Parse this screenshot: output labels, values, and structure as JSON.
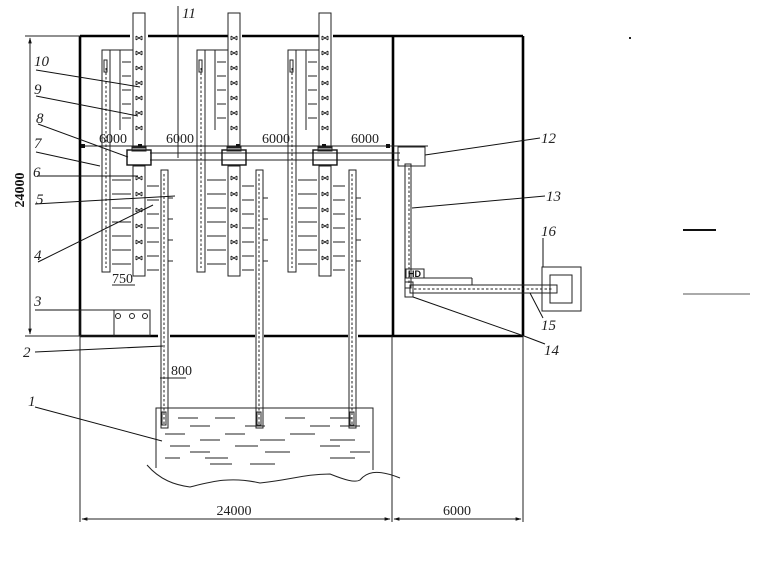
{
  "figure": {
    "callouts": [
      "1",
      "2",
      "3",
      "4",
      "5",
      "6",
      "7",
      "8",
      "9",
      "10",
      "11",
      "12",
      "13",
      "14",
      "15",
      "16"
    ],
    "dimensions": {
      "top_spans": [
        "6000",
        "6000",
        "6000",
        "6000"
      ],
      "height_left": "24000",
      "bottom_main": "24000",
      "bottom_annex": "6000",
      "ladder_offset": "750",
      "pipe_spacing": "800"
    },
    "hd_label": "HD",
    "colors": {
      "ink": "#111111",
      "background": "#ffffff"
    }
  }
}
